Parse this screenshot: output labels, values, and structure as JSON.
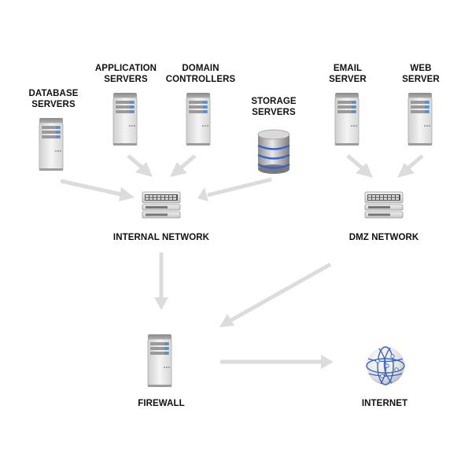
{
  "nodes": {
    "database_servers": {
      "line1": "DATABASE",
      "line2": "SERVERS"
    },
    "application_servers": {
      "line1": "APPLICATION",
      "line2": "SERVERS"
    },
    "domain_controllers": {
      "line1": "DOMAIN",
      "line2": "CONTROLLERS"
    },
    "storage_servers": {
      "line1": "STORAGE",
      "line2": "SERVERS"
    },
    "email_server": {
      "line1": "EMAIL",
      "line2": "SERVER"
    },
    "web_server": {
      "line1": "WEB",
      "line2": "SERVER"
    },
    "internal_network": {
      "label": "INTERNAL NETWORK"
    },
    "dmz_network": {
      "label": "DMZ NETWORK"
    },
    "firewall": {
      "label": "FIREWALL"
    },
    "internet": {
      "label": "INTERNET"
    }
  },
  "colors": {
    "arrow": "#dcdcdc",
    "label_text": "#111111",
    "server_body": "#e4e4e4",
    "globe_line": "#3a63c8"
  },
  "icons": {
    "server": "server-tower-icon",
    "storage": "database-cylinder-icon",
    "switch": "network-switch-icon",
    "globe": "globe-icon"
  }
}
